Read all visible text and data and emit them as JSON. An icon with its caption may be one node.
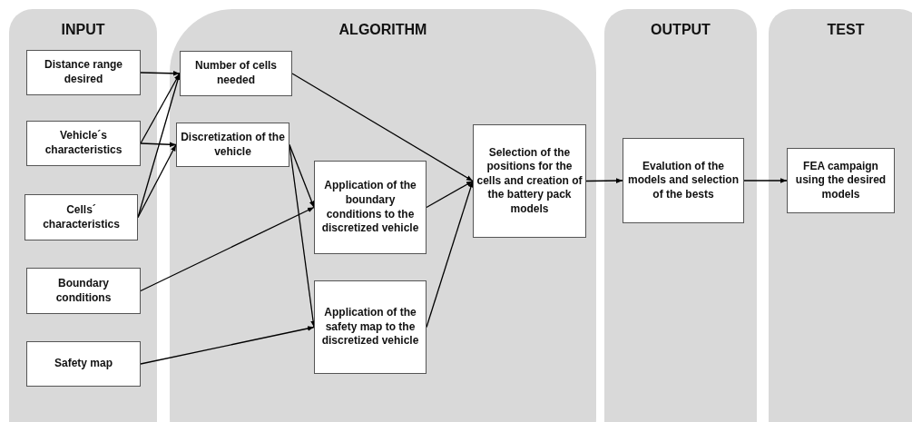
{
  "diagram": {
    "nodes": [
      {
        "text": [
          "INPUT"
        ]
      },
      {
        "text": [
          "Distance range desired"
        ],
        "in": 0
      },
      {
        "text": [
          "Vehicle´s characteristics"
        ],
        "in": 0
      },
      {
        "text": [
          "Cells´ characteristics"
        ],
        "in": 0
      },
      {
        "text": [
          "Boundary conditions"
        ],
        "in": 0
      },
      {
        "text": [
          "Safety map"
        ],
        "in": 0
      },
      {
        "text": [
          "ALGORITHM"
        ]
      },
      {
        "text": [
          "Number of cells needed"
        ],
        "in": 6
      },
      {
        "text": [
          "Discretization of the vehicle"
        ],
        "in": 6
      },
      {
        "text": [
          "Application of the boundary conditions to the discretized vehicle"
        ],
        "in": 6
      },
      {
        "text": [
          "Application of the safety map to  the discretized vehicle"
        ],
        "in": 6
      },
      {
        "text": [
          "Selection of the positions for the cells and creation of the battery pack models"
        ],
        "in": 6
      },
      {
        "text": [
          "OUTPUT"
        ]
      },
      {
        "text": [
          "Evalution of the models and selection of the bests"
        ],
        "in": 12
      },
      {
        "text": [
          "TEST"
        ]
      },
      {
        "text": [
          "FEA campaign using the desired models"
        ],
        "in": 14
      }
    ],
    "edges": [
      {
        "from": 1,
        "to": 7,
        "arrow": "to"
      },
      {
        "from": 2,
        "to": 7,
        "arrow": "to"
      },
      {
        "from": 2,
        "to": 8,
        "arrow": "to"
      },
      {
        "from": 3,
        "to": 7,
        "arrow": "to"
      },
      {
        "from": 3,
        "to": 8,
        "arrow": "to"
      },
      {
        "from": 4,
        "to": 9,
        "arrow": "to"
      },
      {
        "from": 5,
        "to": 10,
        "arrow": "to"
      },
      {
        "from": 8,
        "to": 9,
        "arrow": "to"
      },
      {
        "from": 8,
        "to": 10,
        "arrow": "to"
      },
      {
        "from": 7,
        "to": 11,
        "arrow": "to"
      },
      {
        "from": 9,
        "to": 11,
        "arrow": "to"
      },
      {
        "from": 10,
        "to": 11,
        "arrow": "to"
      },
      {
        "from": 11,
        "to": 13,
        "arrow": "to"
      },
      {
        "from": 13,
        "to": 15,
        "arrow": "to"
      }
    ]
  }
}
